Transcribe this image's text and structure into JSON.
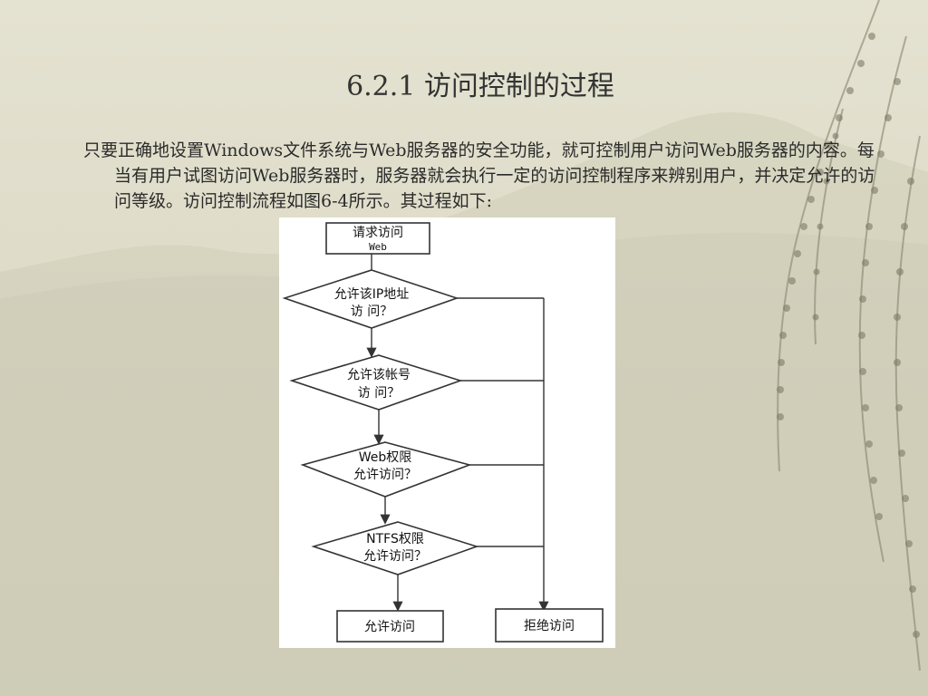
{
  "slide": {
    "title": "6.2.1 访问控制的过程",
    "body": "只要正确地设置Windows文件系统与Web服务器的安全功能，就可控制用户访问Web服务器的内容。每当有用户试图访问Web服务器时，服务器就会执行一定的访问控制程序来辨别用户，并决定允许的访问等级。访问控制流程如图6-4所示。其过程如下:"
  },
  "flowchart": {
    "start": {
      "line1": "请求访问",
      "line2": "Web"
    },
    "decisions": [
      {
        "line1": "允许该IP地址",
        "line2": "访  问？"
      },
      {
        "line1": "允许该帐号",
        "line2": "访 问？"
      },
      {
        "line1": "Web权限",
        "line2": "允许访问？"
      },
      {
        "line1": "NTFS权限",
        "line2": "允许访问？"
      }
    ],
    "allow": "允许访问",
    "deny": "拒绝访问"
  },
  "colors": {
    "background": "#dedcc8",
    "text": "#333333",
    "panel": "#ffffff"
  }
}
